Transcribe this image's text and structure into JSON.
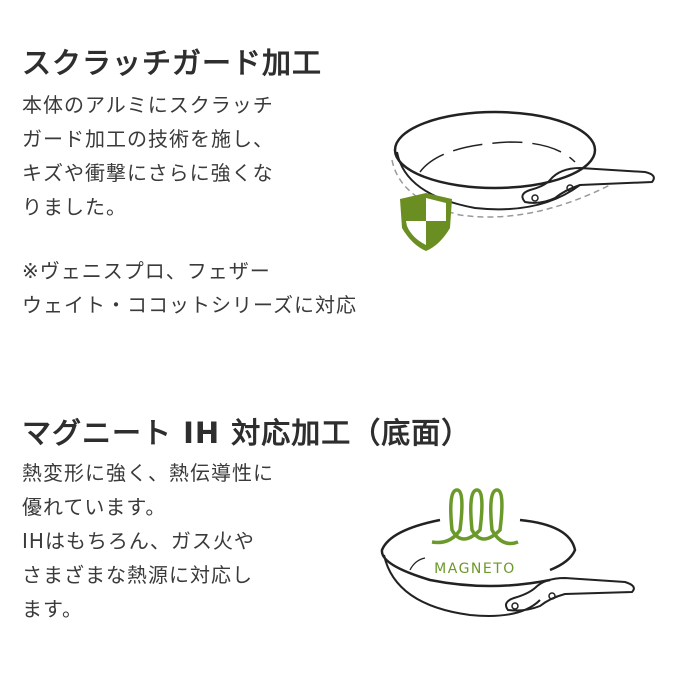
{
  "section1": {
    "title": "スクラッチガード加工",
    "lines": [
      "本体のアルミにスクラッチ",
      "ガード加工の技術を施し、",
      "キズや衝撃にさらに強くな",
      "りました。"
    ],
    "note_lines": [
      "※ヴェニスプロ、フェザー",
      "ウェイト・ココットシリーズに対応"
    ],
    "illustration": {
      "icon": "shield-icon",
      "accent_color": "#6b8e23"
    }
  },
  "section2": {
    "title": "マグニート IH 対応加工（底面）",
    "lines": [
      "熱変形に強く、熱伝導性に",
      "優れています。",
      "IHはもちろん、ガス火や",
      "さまざまな熱源に対応し",
      "ます。"
    ],
    "illustration": {
      "icon": "coil-icon",
      "logo_text": "MAGNETO",
      "accent_color": "#6b9a2a"
    }
  }
}
